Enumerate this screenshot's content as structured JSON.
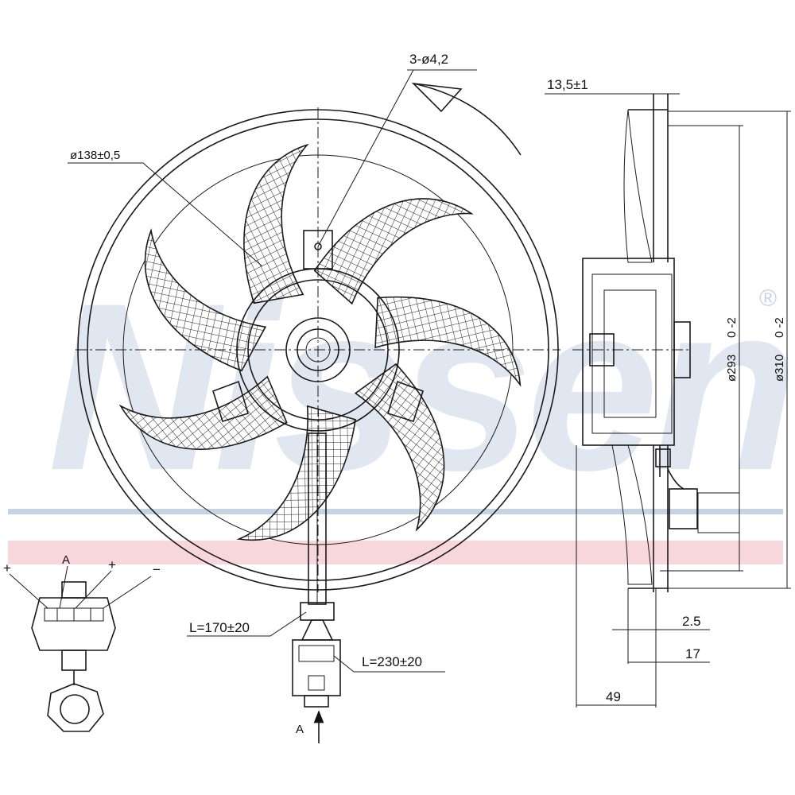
{
  "watermark": {
    "text": "Nissens",
    "registered": "®",
    "blue": "#1f4f8f",
    "red": "#d9485a"
  },
  "dimensions": {
    "holes": "3-ø4,2",
    "hub_diameter": "ø138±0,5",
    "depth_top": "13,5±1",
    "fan_diameter": "ø293",
    "fan_tolerance": "0\n-2",
    "shroud_diameter": "ø310",
    "shroud_tolerance": "0\n-2",
    "cable_length_1": "L=170±20",
    "cable_length_2": "L=230±20",
    "depth_a": "2.5",
    "depth_b": "17",
    "depth_c": "49",
    "view_label": "A"
  },
  "connector": {
    "pin_left": "+",
    "pin_mid_top": "A",
    "pin_mid": "+",
    "pin_right": "−"
  }
}
